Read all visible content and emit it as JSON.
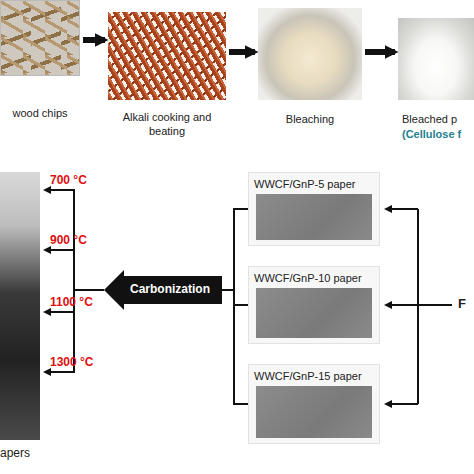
{
  "diagram": {
    "nodes": [
      {
        "text": [
          "wood chips"
        ]
      },
      {
        "text": [
          "Alkali cooking and beating"
        ]
      },
      {
        "text": [
          "Bleaching"
        ]
      },
      {
        "text": [
          "Bleached p",
          "(Cellulose f"
        ]
      },
      {
        "text": [
          "WWCF/GnP-5 paper"
        ]
      },
      {
        "text": [
          "WWCF/GnP-10 paper"
        ]
      },
      {
        "text": [
          "WWCF/GnP-15 paper"
        ]
      },
      {
        "text": [
          "Carbonization"
        ]
      },
      {
        "text": [
          "apers"
        ]
      }
    ],
    "edges": [
      {
        "from": 0,
        "to": 1,
        "arrow": "to"
      },
      {
        "from": 1,
        "to": 2,
        "arrow": "to"
      },
      {
        "from": 2,
        "to": 3,
        "arrow": "to"
      },
      {
        "from": 4,
        "to": 7,
        "arrow": "none"
      },
      {
        "from": 5,
        "to": 7,
        "arrow": "none"
      },
      {
        "from": 6,
        "to": 7,
        "arrow": "none"
      },
      {
        "from": 7,
        "to": 8,
        "label": "700 °C",
        "arrow": "to"
      },
      {
        "from": 7,
        "to": 8,
        "label": "900 °C",
        "arrow": "to"
      },
      {
        "from": 7,
        "to": 8,
        "label": "1100 °C",
        "arrow": "to"
      },
      {
        "from": 7,
        "to": 8,
        "label": "1300 °C",
        "arrow": "to"
      }
    ],
    "labels": [
      "F"
    ]
  }
}
